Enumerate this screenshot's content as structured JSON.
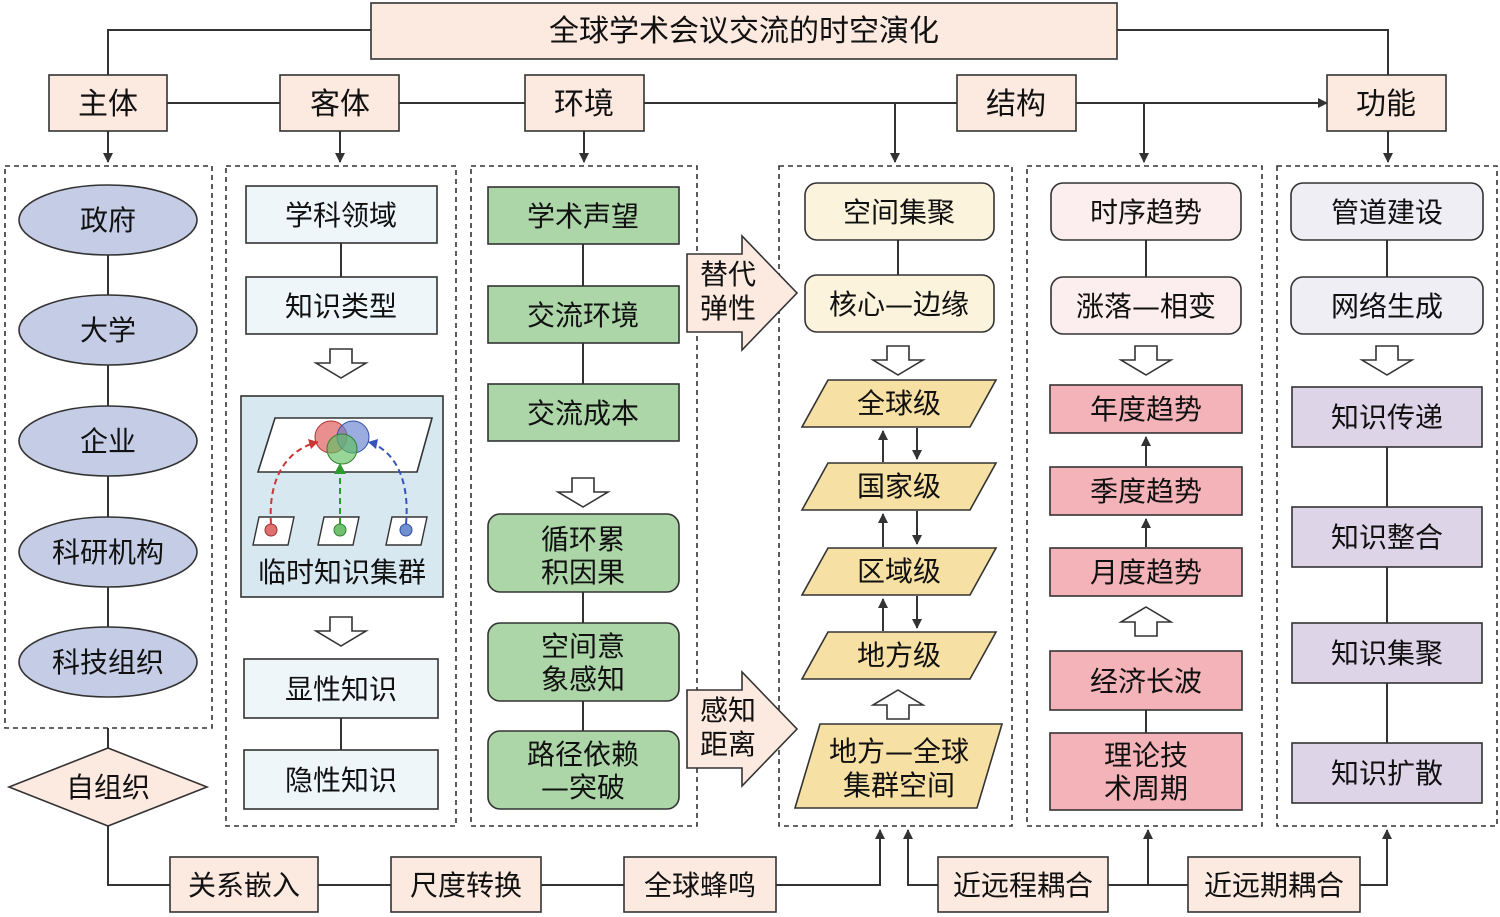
{
  "title": "全球学术会议交流的时空演化",
  "headers": {
    "subject": "主体",
    "object": "客体",
    "environment": "环境",
    "structure": "结构",
    "function": "功能"
  },
  "subject_items": [
    "政府",
    "大学",
    "企业",
    "科研机构",
    "科技组织"
  ],
  "self_organization": "自组织",
  "object_top": [
    "学科领域",
    "知识类型"
  ],
  "object_cluster_label": "临时知识集群",
  "object_bottom": [
    "显性知识",
    "隐性知识"
  ],
  "env_top": [
    "学术声望",
    "交流环境",
    "交流成本"
  ],
  "env_bottom": [
    [
      "循环累",
      "积因果"
    ],
    [
      "空间意",
      "象感知"
    ],
    [
      "路径依赖",
      "—突破"
    ]
  ],
  "arrow_upper": [
    "替代",
    "弹性"
  ],
  "arrow_lower": [
    "感知",
    "距离"
  ],
  "structure_top": [
    "空间集聚",
    "核心—边缘"
  ],
  "structure_levels": [
    "全球级",
    "国家级",
    "区域级",
    "地方级"
  ],
  "structure_bottom": [
    "地方—全球",
    "集群空间"
  ],
  "time_top": [
    "时序趋势",
    "涨落—相变"
  ],
  "time_trends": [
    "年度趋势",
    "季度趋势",
    "月度趋势"
  ],
  "time_bottom": [
    "经济长波",
    [
      "理论技",
      "术周期"
    ]
  ],
  "func_top": [
    "管道建设",
    "网络生成"
  ],
  "func_items": [
    "知识传递",
    "知识整合",
    "知识集聚",
    "知识扩散"
  ],
  "bottom_labels": [
    "关系嵌入",
    "尺度转换",
    "全球蜂鸣",
    "近远程耦合",
    "近远期耦合"
  ],
  "colors": {
    "header_fill": "#fce9df",
    "ellipse_fill": "#c5cde6",
    "object_fill": "#eef6fa",
    "cluster_fill": "#d7e8f1",
    "env_fill": "#acd6a8",
    "struct_fill": "#fcf3dc",
    "level_fill": "#f7e0a4",
    "time_fill": "#fcedee",
    "trend_fill": "#f4b3b8",
    "func_fill": "#eeeef4",
    "func_item_fill": "#ddd4e8",
    "diamond_fill": "#fce9df",
    "bottom_fill": "#fce9df"
  }
}
